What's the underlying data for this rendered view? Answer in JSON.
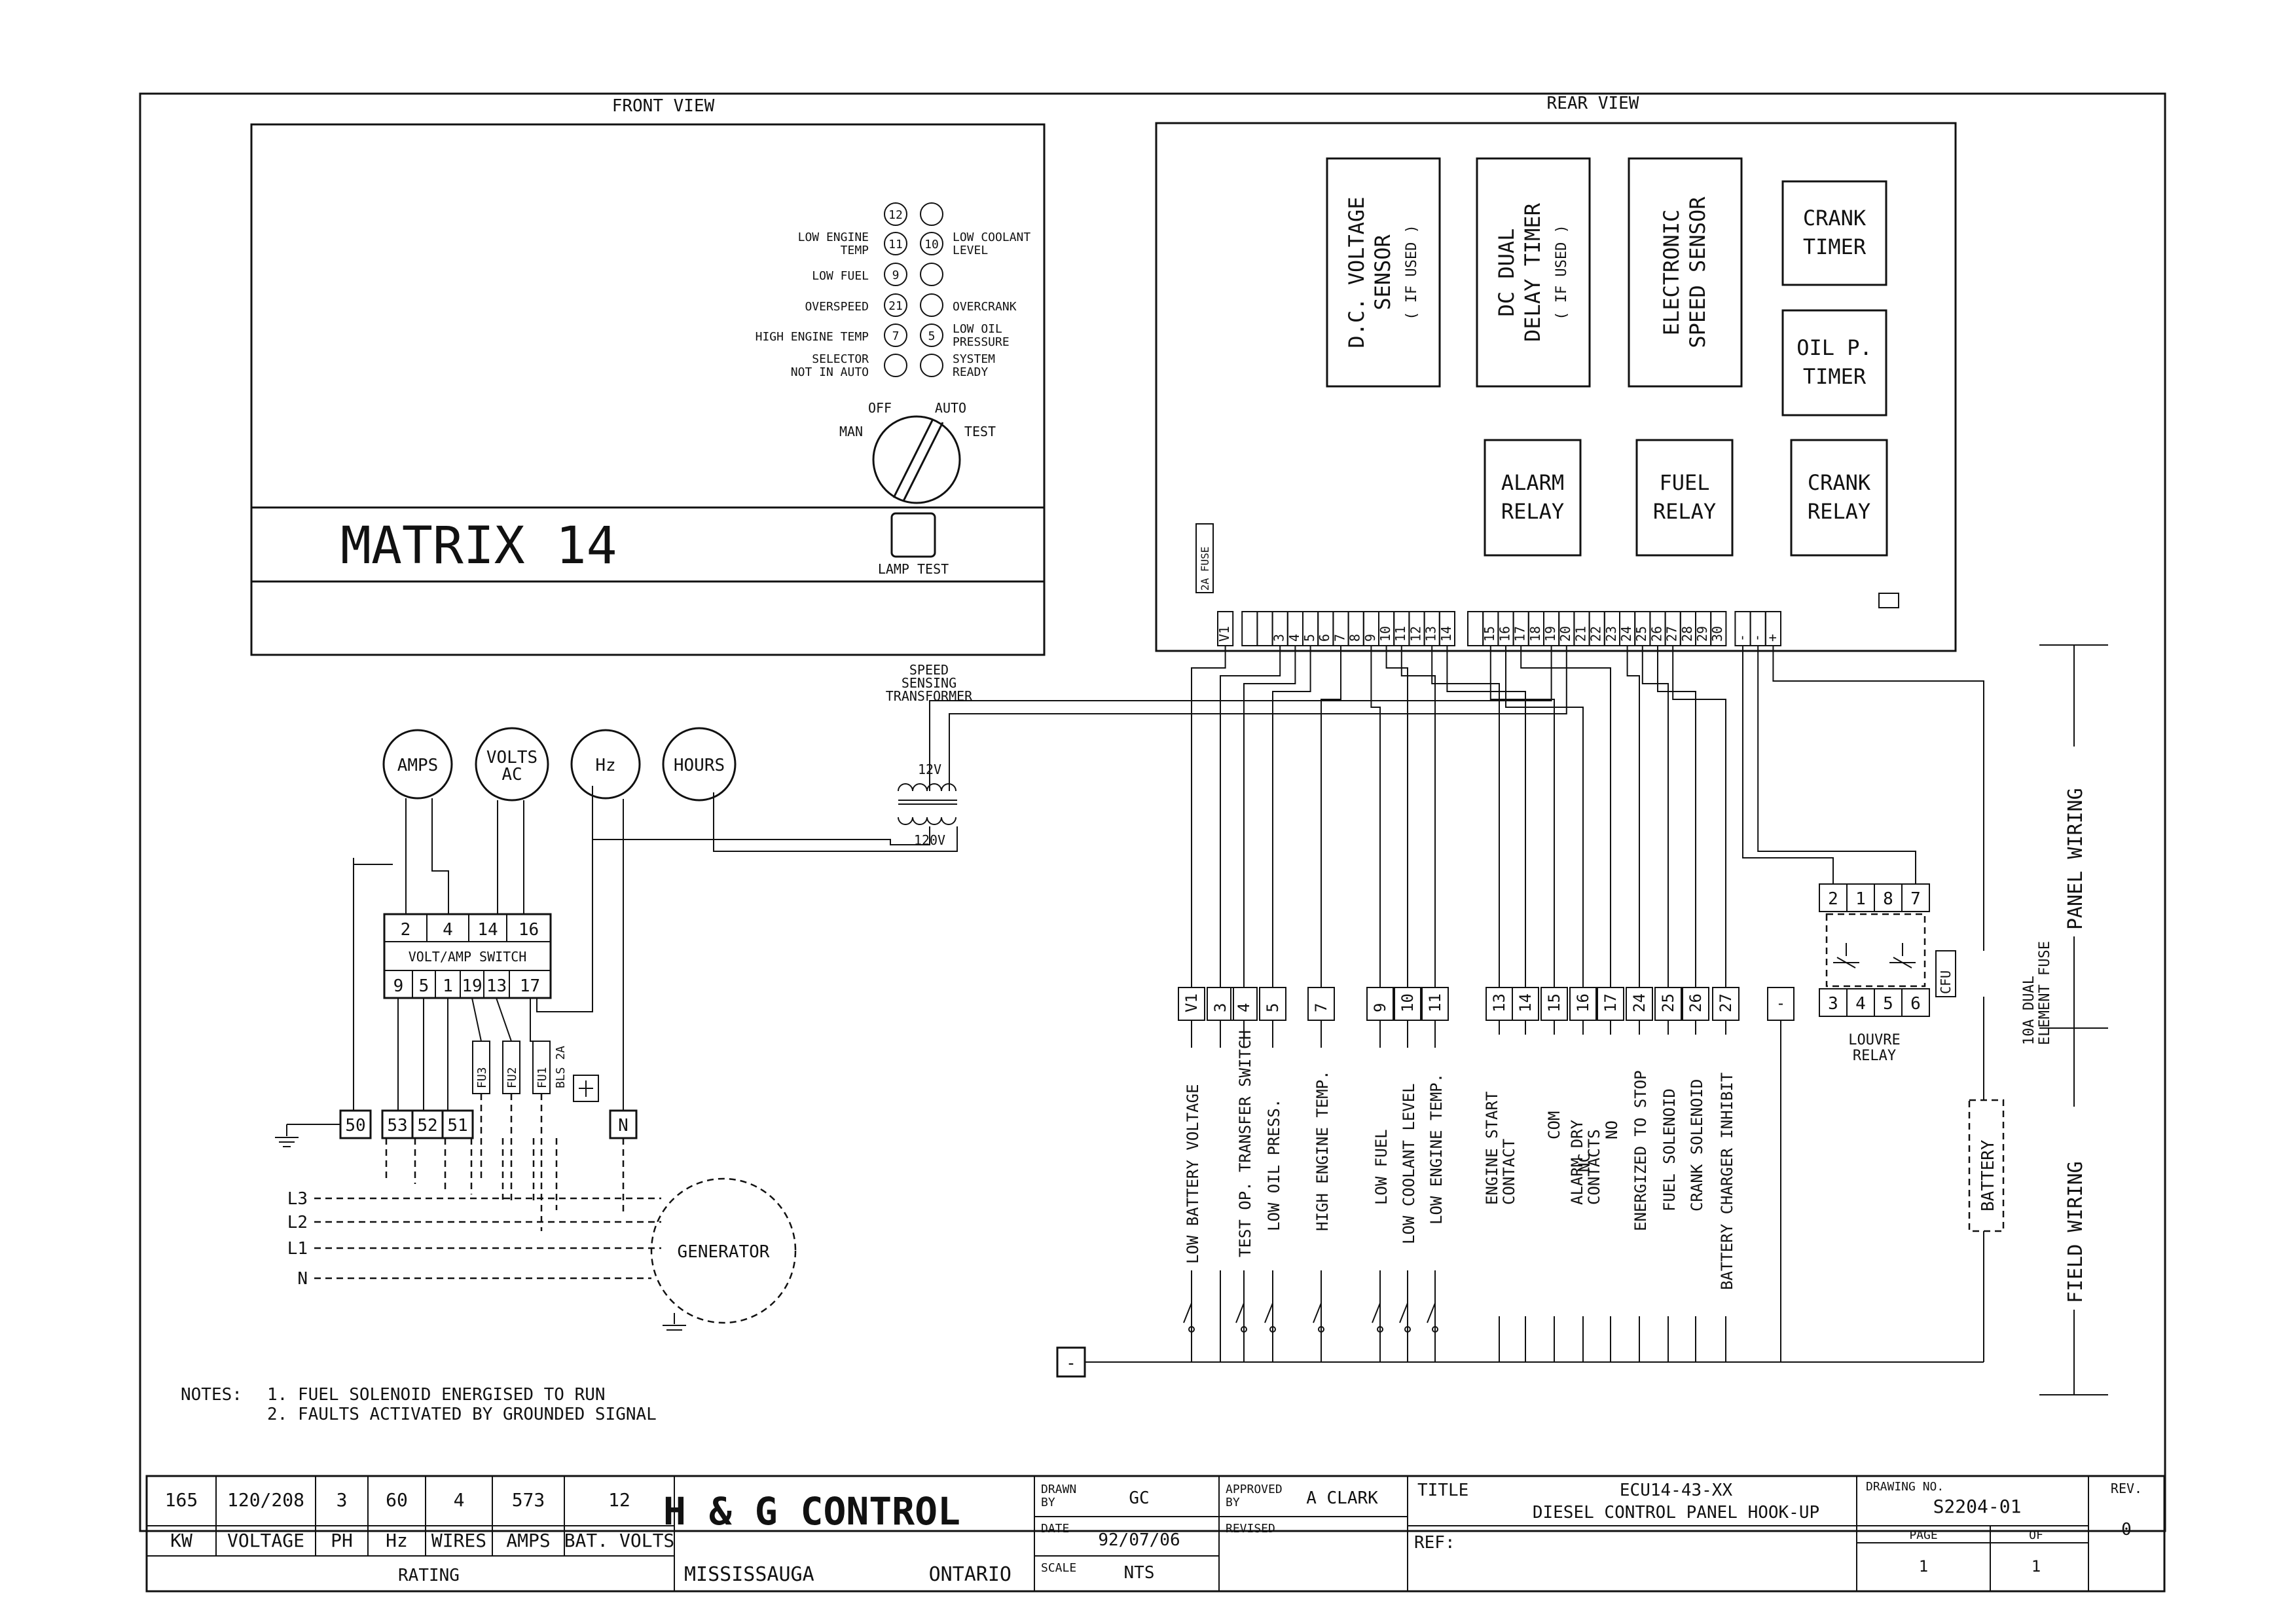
{
  "views": {
    "front": "FRONT VIEW",
    "rear": "REAR VIEW"
  },
  "front_panel": {
    "title": "MATRIX 14",
    "lamp_test": "LAMP TEST",
    "indicators": [
      {
        "num": "12",
        "left": "",
        "right": ""
      },
      {
        "num": "11",
        "left": "LOW ENGINE|TEMP",
        "right": "LOW COOLANT|LEVEL",
        "rnum": "10"
      },
      {
        "num": "9",
        "left": "LOW FUEL",
        "right": ""
      },
      {
        "num": "21",
        "left": "OVERSPEED",
        "right": "OVERCRANK"
      },
      {
        "num": "7",
        "left": "HIGH ENGINE TEMP",
        "right": "LOW OIL|PRESSURE",
        "rnum": "5"
      },
      {
        "num": "",
        "left": "SELECTOR|NOT IN AUTO",
        "right": "SYSTEM|READY"
      }
    ],
    "selector": {
      "off": "OFF",
      "auto": "AUTO",
      "man": "MAN",
      "test": "TEST"
    }
  },
  "rear_panel": {
    "modules": [
      {
        "name": "dc-voltage-sensor",
        "lines": [
          "D.C. VOLTAGE",
          "SENSOR",
          "( IF USED )"
        ]
      },
      {
        "name": "dc-dual-delay-timer",
        "lines": [
          "DC DUAL",
          "DELAY TIMER",
          "( IF USED )"
        ]
      },
      {
        "name": "electronic-speed-sensor",
        "lines": [
          "ELECTRONIC",
          "SPEED SENSOR"
        ]
      },
      {
        "name": "crank-timer",
        "lines": [
          "CRANK",
          "TIMER"
        ]
      },
      {
        "name": "oil-p-timer",
        "lines": [
          "OIL P.",
          "TIMER"
        ]
      },
      {
        "name": "alarm-relay",
        "lines": [
          "ALARM",
          "RELAY"
        ]
      },
      {
        "name": "fuel-relay",
        "lines": [
          "FUEL",
          "RELAY"
        ]
      },
      {
        "name": "crank-relay",
        "lines": [
          "CRANK",
          "RELAY"
        ]
      }
    ],
    "fuse": "2A FUSE",
    "terminals": [
      "V1",
      "",
      "",
      "3",
      "4",
      "5",
      "6",
      "7",
      "8",
      "9",
      "10",
      "11",
      "12",
      "13",
      "14",
      "",
      "15",
      "16",
      "17",
      "18",
      "19",
      "20",
      "21",
      "22",
      "23",
      "24",
      "25",
      "26",
      "27",
      "28",
      "29",
      "30",
      "-",
      "-",
      "+"
    ]
  },
  "speed_transformer": {
    "label": "SPEED|SENSING|TRANSFORMER",
    "primary": "12V",
    "secondary": "120V"
  },
  "meters": [
    "AMPS",
    "VOLTS|AC",
    "Hz",
    "HOURS"
  ],
  "volt_amp_switch": {
    "label": "VOLT/AMP SWITCH",
    "top": [
      "2",
      "4",
      "14",
      "16"
    ],
    "bottom": [
      "9",
      "5",
      "1",
      "19",
      "13",
      "17"
    ]
  },
  "fuses": [
    "FU3",
    "FU2",
    "FU1"
  ],
  "bls": "BLS 2A",
  "gen_terminals": [
    "50",
    "53",
    "52",
    "51"
  ],
  "neutral_terminal": "N",
  "phase_lines": [
    "L3",
    "L2",
    "L1",
    "N"
  ],
  "generator": "GENERATOR",
  "field_terminals": [
    "V1",
    "3",
    "4",
    "5",
    "7",
    "9",
    "10",
    "11",
    "13",
    "14",
    "15",
    "16",
    "17",
    "24",
    "25",
    "26",
    "27",
    "-"
  ],
  "field_labels": [
    "LOW BATTERY VOLTAGE",
    "TEST OP. TRANSFER SWITCH",
    "LOW OIL PRESS.",
    "HIGH ENGINE TEMP.",
    "LOW FUEL",
    "LOW COOLANT LEVEL",
    "LOW ENGINE TEMP.",
    "ENGINE START|CONTACT",
    "ALARM DRY|CONTACTS",
    "COM",
    "NC",
    "NO",
    "ENERGIZED TO STOP",
    "FUEL SOLENOID",
    "CRANK SOLENOID",
    "BATTERY CHARGER INHIBIT"
  ],
  "louvre_relay": {
    "label": "LOUVRE|RELAY",
    "top": [
      "2",
      "1",
      "8",
      "7"
    ],
    "bottom": [
      "3",
      "4",
      "5",
      "6"
    ]
  },
  "fuse_cfu": {
    "tag": "CFU",
    "label": "10A DUAL|ELEMENT FUSE"
  },
  "battery": "BATTERY",
  "wiring_zones": {
    "panel": "PANEL WIRING",
    "field": "FIELD WIRING"
  },
  "notes": {
    "heading": "NOTES:",
    "items": [
      "1.  FUEL SOLENOID ENERGISED TO RUN",
      "2.  FAULTS ACTIVATED BY GROUNDED SIGNAL"
    ]
  },
  "title_block": {
    "rating_values": [
      "165",
      "120/208",
      "3",
      "60",
      "4",
      "573",
      "12"
    ],
    "rating_units": [
      "KW",
      "VOLTAGE",
      "PH",
      "Hz",
      "WIRES",
      "AMPS",
      "BAT. VOLTS"
    ],
    "rating_label": "RATING",
    "company": "H & G CONTROL",
    "city": "MISSISSAUGA",
    "province": "ONTARIO",
    "drawn_by_label": "DRAWN|BY",
    "drawn_by": "GC",
    "date_label": "DATE",
    "date": "92/07/06",
    "scale_label": "SCALE",
    "scale": "NTS",
    "approved_label": "APPROVED|BY",
    "approved": "A CLARK",
    "revised_label": "REVISED",
    "title_label": "TITLE",
    "title1": "ECU14-43-XX",
    "title2": "DIESEL CONTROL PANEL HOOK-UP",
    "ref_label": "REF:",
    "drawing_no_label": "DRAWING NO.",
    "drawing_no": "S2204-01",
    "page_label": "PAGE",
    "page": "1",
    "of_label": "OF",
    "of": "1",
    "rev_label": "REV.",
    "rev": "0"
  }
}
